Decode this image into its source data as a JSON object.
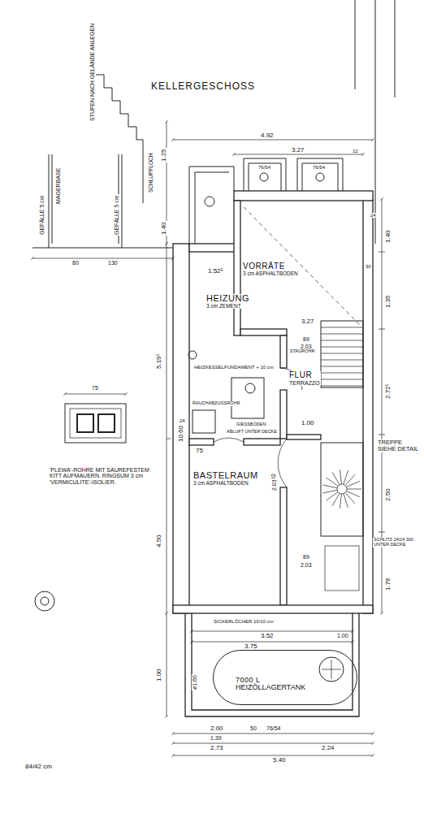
{
  "diagram": {
    "title": "KELLERGESCHOSS",
    "nodes": [
      {
        "text": [
          "HEIZUNG",
          "3 cm ZEMENT"
        ]
      },
      {
        "text": [
          "VORRÄTE",
          "3 cm ASPHALTBODEN"
        ]
      },
      {
        "text": [
          "FLUR",
          "TERRAZZO"
        ]
      },
      {
        "text": [
          "BASTELRAUM",
          "3 cm ASPHALTBODEN"
        ]
      },
      {
        "text": [
          "7000 L",
          "HEIZÖLLAGERTANK"
        ]
      }
    ],
    "labels": [
      "STUFEN NACH GELÄNDE ANLEGEN",
      "MAGERBASE",
      "GEFÄLLE 5 cm",
      "GEFÄLLE 5 cm",
      "SCHLUPFLOCH",
      "4.92",
      "3.27",
      "1.25",
      "1.40",
      "1.40",
      "1.35",
      "2.72⁵",
      "2.50",
      "1.76",
      "10.60",
      "5.19⁵",
      "4.50",
      "1.00",
      "1.52⁵",
      "3.27",
      "89",
      "2.03",
      "STAUROHR",
      "HEIZKESSELFUNDAMENT + 10 cm",
      "RAUCHABZUGSROHR",
      "GIESSBODEN",
      "ABLUFT UNTER DECKE",
      "1.00",
      "75",
      "82",
      "2.03",
      "89",
      "2.03",
      "TREPPE SIEHE DETAIL",
      "SCHLITZ 24/24 300 UNTER DECKE",
      "3.52",
      "3.75",
      "ø1.60",
      "2.00",
      "1.39",
      "2.73",
      "50",
      "76/54",
      "2.24",
      "5.40",
      "1.00",
      "'PLEWA'-ROHRE MIT SÄUREFESTEM KITT AUFMAUERN. RINGSUM 3 cm 'VERMICULITE'-ISOLIER.",
      "75",
      "84/42 cm",
      "SICKERLÖCHER 10/10 cm",
      "76/54",
      "76/54",
      "80",
      "130",
      "24",
      "24",
      "12",
      "30"
    ]
  }
}
